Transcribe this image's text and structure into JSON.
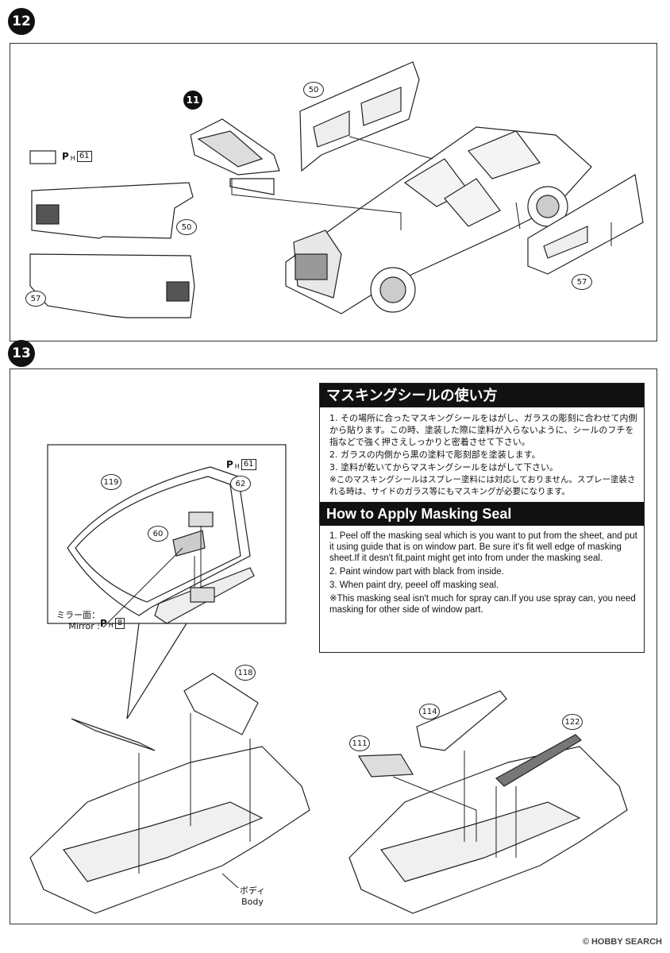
{
  "steps": {
    "step12": {
      "number": "12"
    },
    "step13": {
      "number": "13"
    }
  },
  "step12": {
    "parts": {
      "p11": "11",
      "p50_top": "50",
      "p50_side": "50",
      "p57_side": "57",
      "p57_right": "57"
    },
    "paint": {
      "prefix": "P",
      "sub": "H",
      "num": "61"
    }
  },
  "step13": {
    "detail": {
      "parts": {
        "p119": "119",
        "p62": "62",
        "p60": "60"
      },
      "paint_top": {
        "prefix": "P",
        "sub": "H",
        "num": "61"
      },
      "mirror_paint": {
        "prefix": "P",
        "sub": "H",
        "num": "8"
      },
      "mirror_label_jp": "ミラー面：",
      "mirror_label_en": "Mirror :"
    },
    "parts": {
      "p118": "118",
      "p114": "114",
      "p111": "111",
      "p122": "122"
    },
    "body_label_jp": "ボディ",
    "body_label_en": "Body",
    "instructions": {
      "jp_title": "マスキングシールの使い方",
      "jp_items": [
        "1. その場所に合ったマスキングシールをはがし、ガラスの彫刻に合わせて内側から貼ります。この時、塗装した際に塗料が入らないように、シールのフチを指などで強く押さえしっかりと密着させて下さい。",
        "2. ガラスの内側から黒の塗料で彫刻部を塗装します。",
        "3. 塗料が乾いてからマスキングシールをはがして下さい。"
      ],
      "jp_note": "※このマスキングシールはスプレー塗料には対応しておりません。スプレー塗装される時は、サイドのガラス等にもマスキングが必要になります。",
      "en_title": "How to Apply Masking Seal",
      "en_items": [
        "1. Peel off the masking seal which is you want to put from the sheet, and put it using guide that is on window part. Be sure it's fit well edge of masking sheet.If it desn't fit,paint might get into from under the masking seal.",
        "2. Paint window part with black from inside.",
        "3. When paint dry, peeel off masking seal."
      ],
      "en_note": "※This masking seal isn't much for spray can.If you use spray can, you need masking for other side of window part."
    }
  },
  "watermark": {
    "text": "HOBBY SEARCH"
  }
}
